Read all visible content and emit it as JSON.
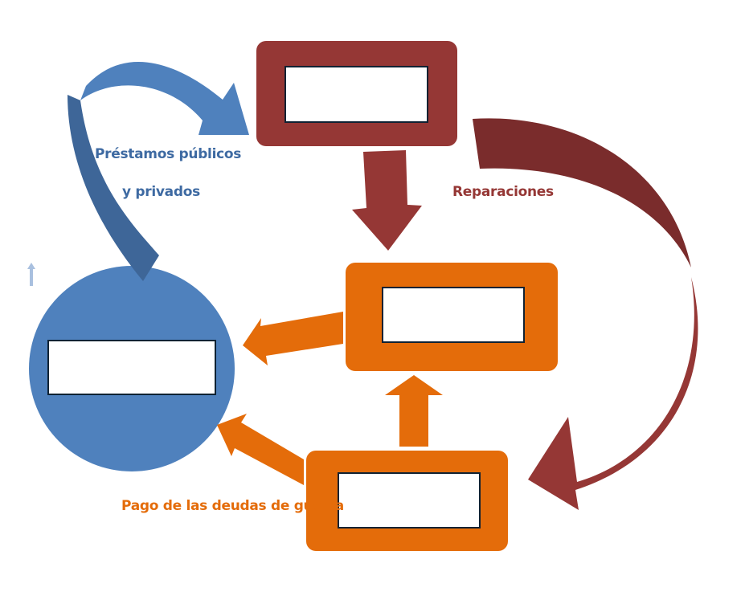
{
  "colors": {
    "blue": "#4f81bd",
    "blue_dark": "#3e6698",
    "red": "#953735",
    "red_dark": "#7a2c2c",
    "orange": "#e46c0a",
    "box_border": "#0f2233",
    "blue_text": "#3e6aa2",
    "red_text": "#953735",
    "orange_text": "#e46c0a"
  },
  "labels": {
    "loans_line1": "Préstamos públicos",
    "loans_line2": "y privados",
    "reparations": "Reparaciones",
    "war_debts": "Pago de las deudas de guerra"
  },
  "nodes": {
    "top_box": {
      "text": ""
    },
    "middle_box": {
      "text": ""
    },
    "bottom_box": {
      "text": ""
    },
    "circle_box": {
      "text": ""
    }
  }
}
